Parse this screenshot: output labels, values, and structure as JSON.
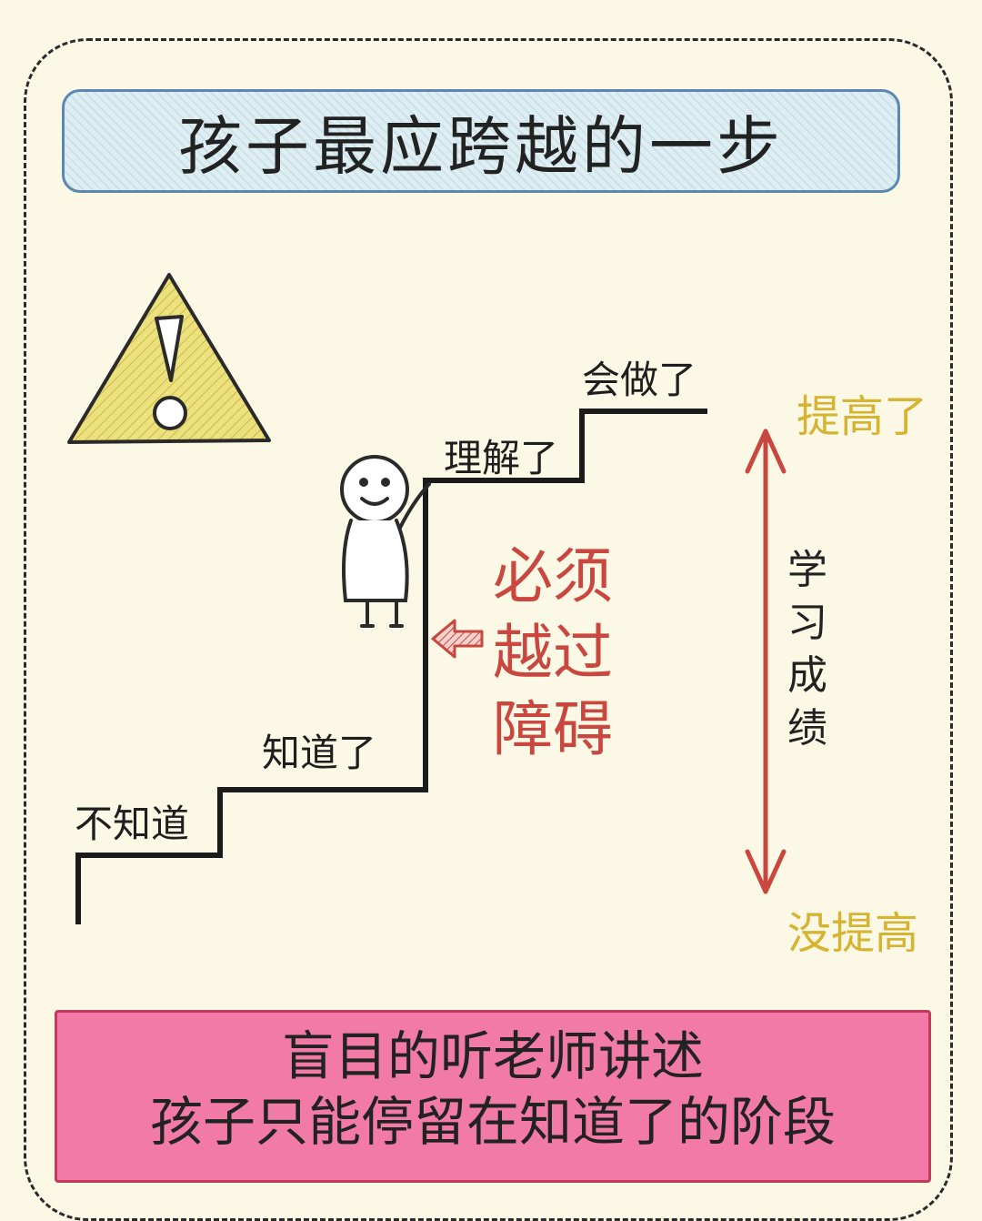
{
  "title": "孩子最应跨越的一步",
  "steps": [
    "不知道",
    "知道了",
    "理解了",
    "会做了"
  ],
  "obstacle": "必须越过障碍",
  "scale": {
    "top": "提高了",
    "bottom": "没提高",
    "label": "学习成绩"
  },
  "bottom_text": {
    "line1": "盲目的听老师讲述",
    "line2": "孩子只能停留在知道了的阶段"
  },
  "colors": {
    "red": "#c9473f",
    "yellow": "#d6b431",
    "pink": "#f27aa6",
    "blue": "#5b87b0"
  },
  "icons": [
    "warning-triangle-icon",
    "stick-figure",
    "left-arrow-icon",
    "double-arrow-icon"
  ]
}
